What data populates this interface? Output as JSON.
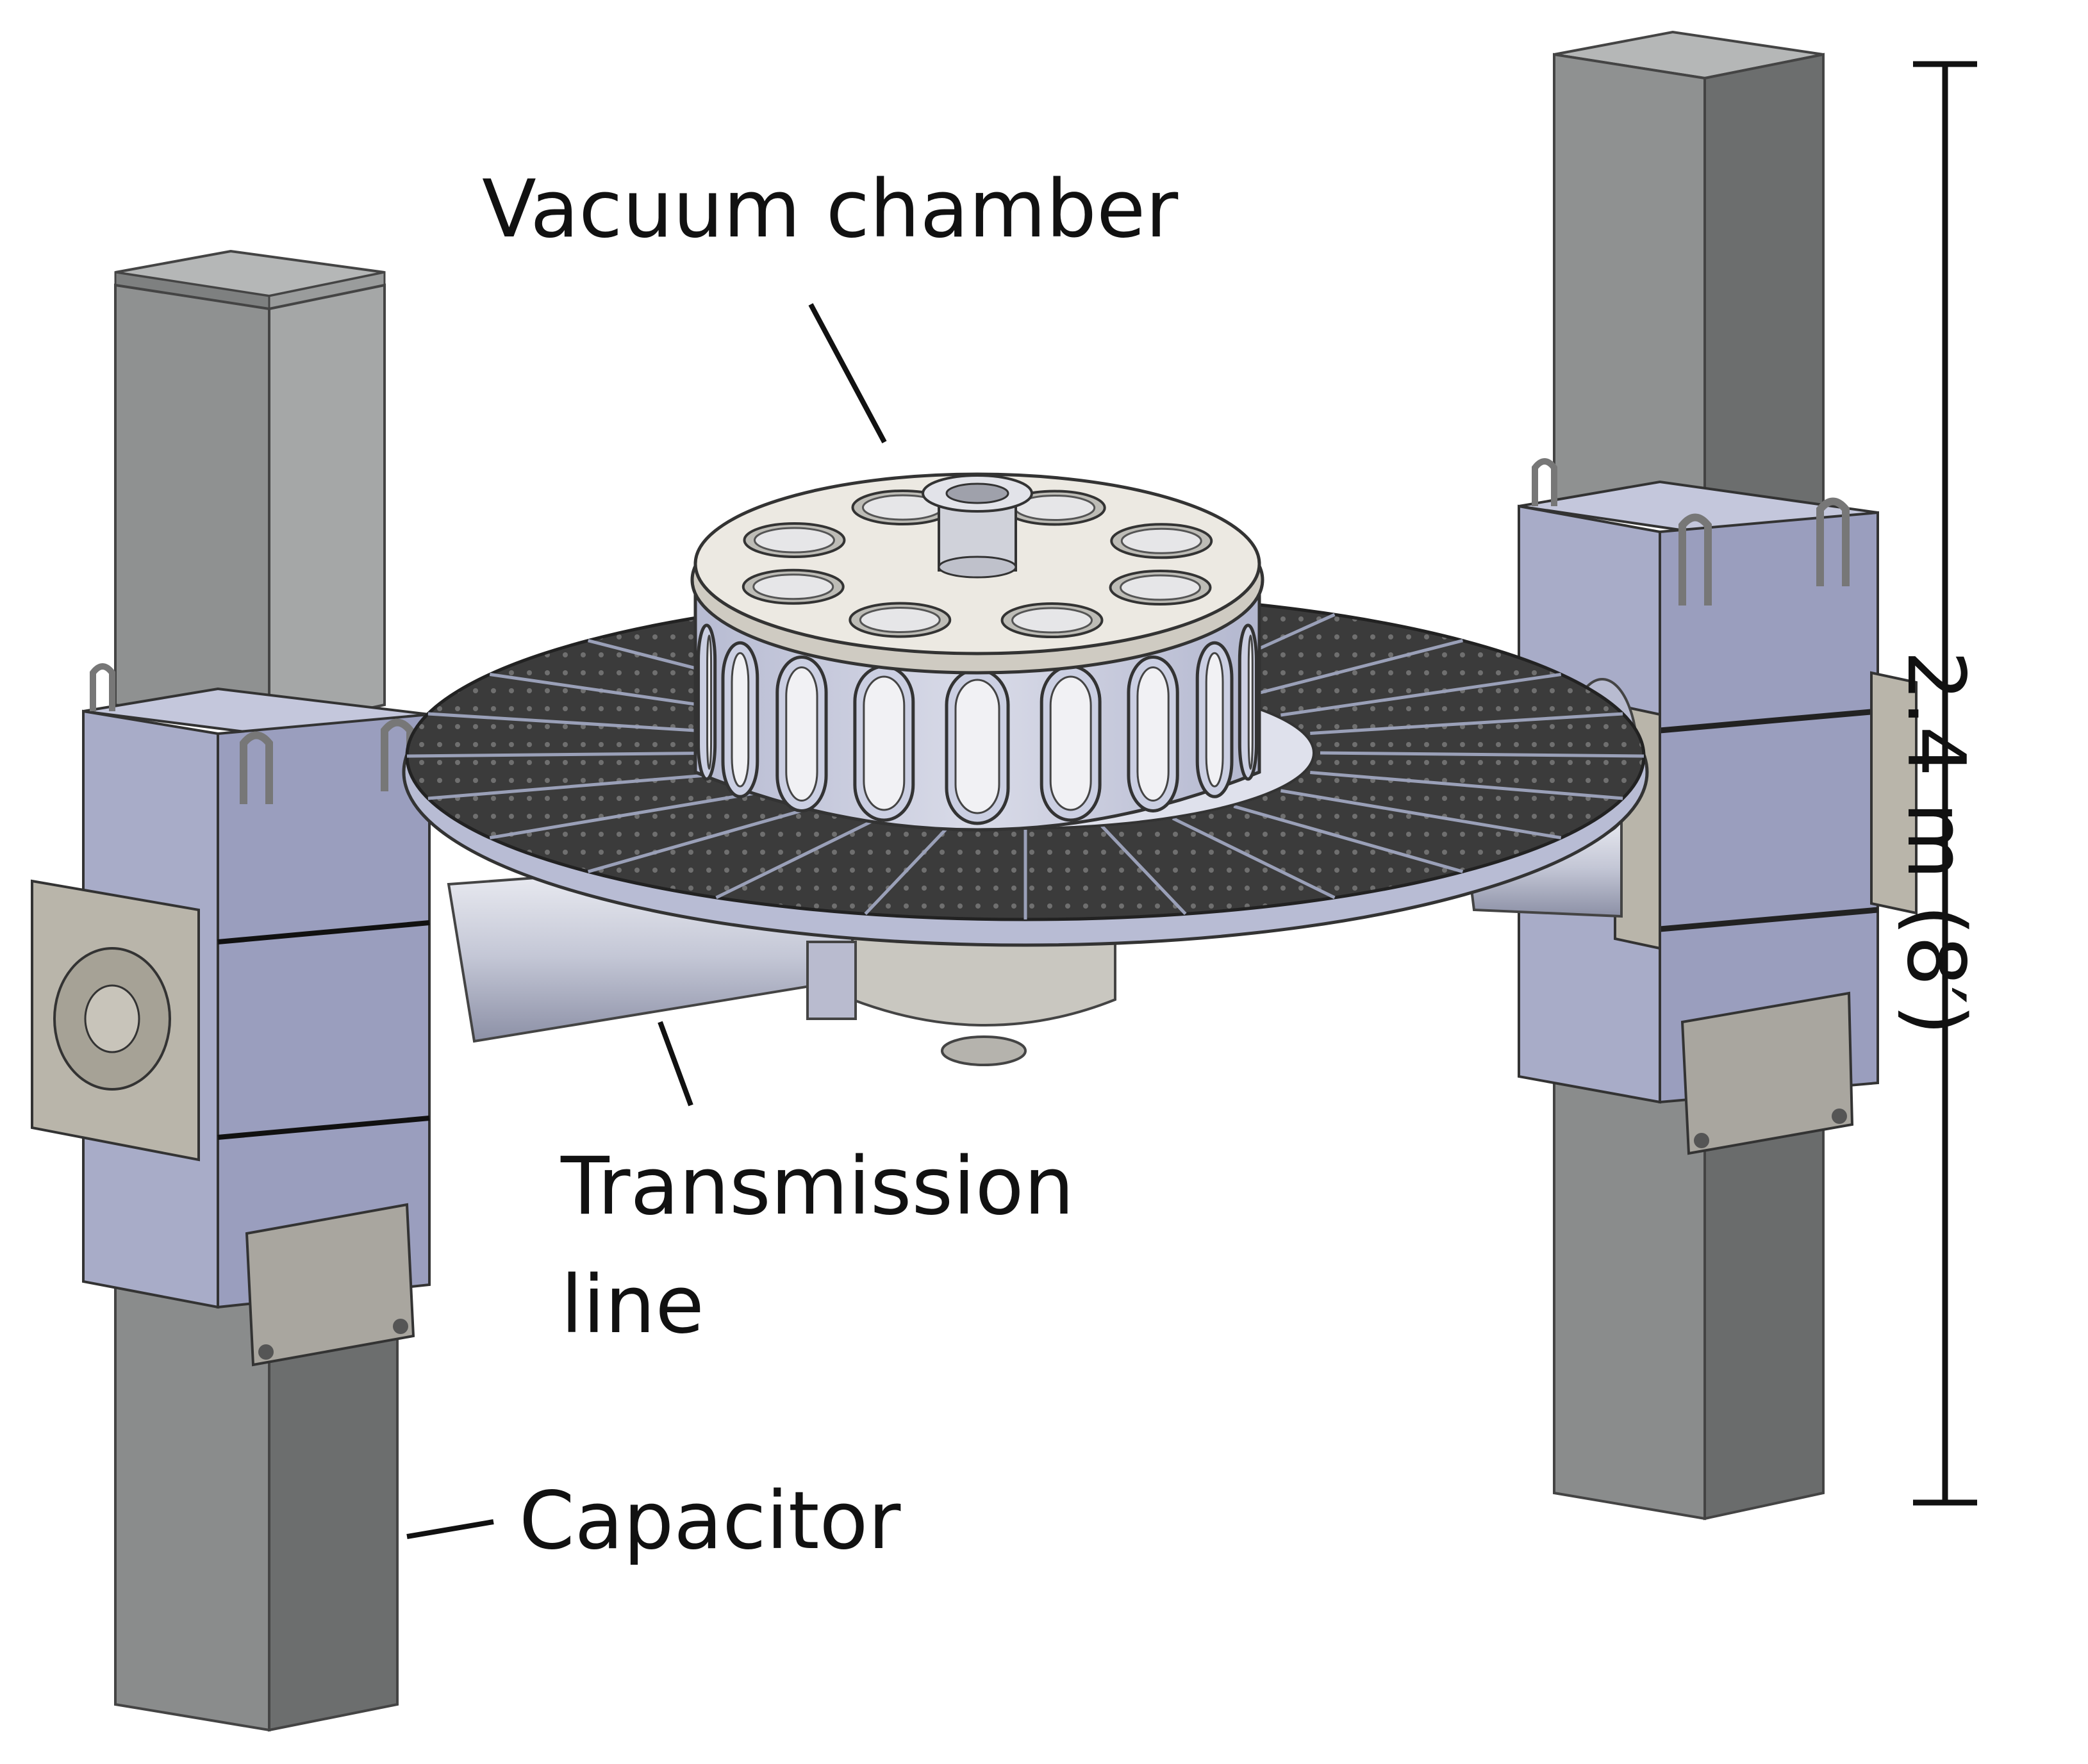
{
  "labels": {
    "vacuum_chamber": "Vacuum chamber",
    "transmission_line_1": "Transmission",
    "transmission_line_2": "line",
    "capacitor": "Capacitor",
    "height_dimension": "2.4 m (8′)"
  },
  "colors": {
    "capacitor_steel": "#8f9191",
    "capacitor_light": "#b9bbbb",
    "capacitor_dark": "#6a6c6c",
    "clamp_block": "#a9adc9",
    "clamp_dark": "#8488a8",
    "disk_panel": "#3a3a3a",
    "disk_rim": "#b8bcd4",
    "chamber_body": "#c9cce0",
    "chamber_lid": "#ece9e2",
    "flange_plate": "#bab6ac",
    "line_color": "#111111"
  }
}
